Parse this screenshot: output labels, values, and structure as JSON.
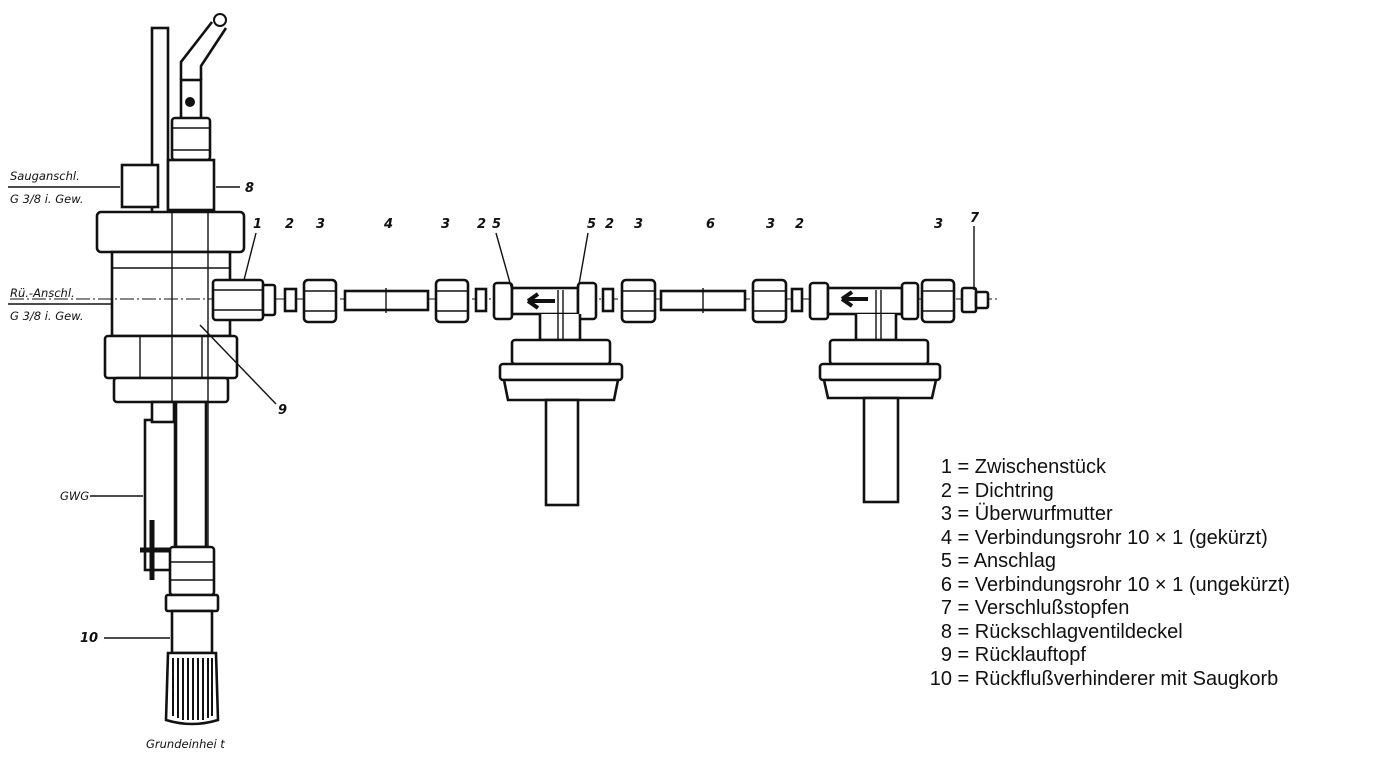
{
  "diagram": {
    "side_labels": {
      "saug_label": "Sauganschl.",
      "saug_thread": "G 3/8 i. Gew.",
      "rue_label": "Rü.-Anschl.",
      "rue_thread": "G 3/8 i. Gew.",
      "gwg": "GWG",
      "grundeinheit": "Grundeinhei t"
    },
    "callouts": {
      "c1": "1",
      "c2a": "2",
      "c3a": "3",
      "c4": "4",
      "c3b": "3",
      "c2b": "2",
      "c5a": "5",
      "c5b": "5",
      "c2c": "2",
      "c3c": "3",
      "c6": "6",
      "c3d": "3",
      "c2d": "2",
      "c3e": "3",
      "c7": "7",
      "c8": "8",
      "c9": "9",
      "c10": "10"
    }
  },
  "legend": [
    {
      "num": "1",
      "text": "Zwischenstück"
    },
    {
      "num": "2",
      "text": "Dichtring"
    },
    {
      "num": "3",
      "text": "Überwurfmutter"
    },
    {
      "num": "4",
      "text": "Verbindungsrohr 10 × 1 (gekürzt)"
    },
    {
      "num": "5",
      "text": "Anschlag"
    },
    {
      "num": "6",
      "text": "Verbindungsrohr 10 × 1 (ungekürzt)"
    },
    {
      "num": "7",
      "text": "Verschlußstopfen"
    },
    {
      "num": "8",
      "text": "Rückschlagventildeckel"
    },
    {
      "num": "9",
      "text": "Rücklauftopf"
    },
    {
      "num": "10",
      "text": "Rückflußverhinderer mit Saugkorb"
    }
  ]
}
